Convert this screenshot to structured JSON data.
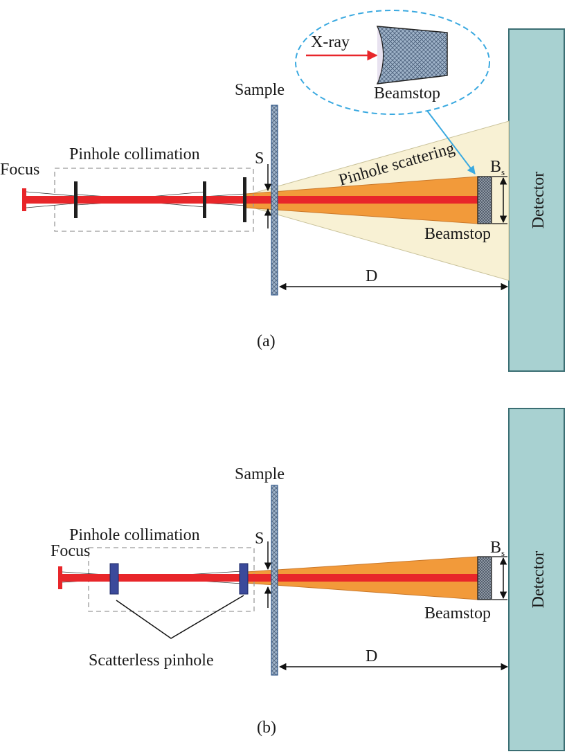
{
  "colors": {
    "beam": "#e8262a",
    "scatter_fill": "#f8f1d4",
    "cone_fill": "#f29a3a",
    "detector_fill": "#a8d1d1",
    "detector_stroke": "#3b6e73",
    "sample_fill": "#8aa6cc",
    "sample_stroke": "#355b8c",
    "pinhole_dark": "#1f1f1f",
    "pinhole_scatterless": "#3b4a9b",
    "callout_dash": "#3aa9e0",
    "collimation_box": "#9a9a9a"
  },
  "panel_a": {
    "focus": "Focus",
    "collimation": "Pinhole collimation",
    "sample": "Sample",
    "s_label": "S",
    "scatter": "Pinhole scattering",
    "bs_main": "B",
    "bs_sub": "s",
    "beamstop": "Beamstop",
    "detector": "Detector",
    "distance": "D",
    "caption": "(a)",
    "callout_xray": "X-ray",
    "callout_beamstop": "Beamstop"
  },
  "panel_b": {
    "focus": "Focus",
    "collimation": "Pinhole collimation",
    "sample": "Sample",
    "s_label": "S",
    "bs_main": "B",
    "bs_sub": "s",
    "beamstop": "Beamstop",
    "detector": "Detector",
    "distance": "D",
    "scatterless": "Scatterless pinhole",
    "caption": "(b)"
  }
}
